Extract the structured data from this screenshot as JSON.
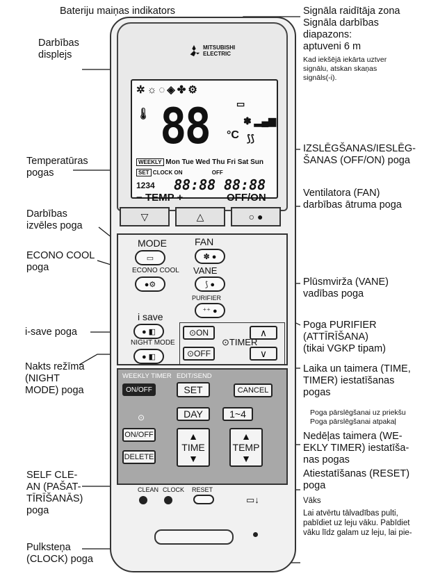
{
  "remote": {
    "brand_line1": "MITSUBISHI",
    "brand_line2": "ELECTRIC",
    "lcd": {
      "temp": "88",
      "unit": "°C",
      "weekly_tag": "WEEKLY",
      "days": "Mon Tue Wed Thu Fri Sat Sun",
      "set_tag": "SET",
      "clock_tag": "CLOCK",
      "on_tag": "ON",
      "off_tag": "OFF",
      "program_nums": "1234",
      "time1": "88:88",
      "time2": "88:88"
    },
    "top_buttons": {
      "temp": "TEMP",
      "onoff": "OFF/ON",
      "minus": "−",
      "plus": "+"
    },
    "buttons": {
      "mode": "MODE",
      "econo": "ECONO COOL",
      "fan": "FAN",
      "vane": "VANE",
      "purifier": "PURIFIER",
      "isave": "i save",
      "night": "NIGHT MODE",
      "on": "ON",
      "timer": "TIMER",
      "off": "OFF"
    },
    "weekly": {
      "weekly_timer": "WEEKLY TIMER",
      "onoff": "ON/OFF",
      "edit_send": "EDIT/SEND",
      "set": "SET",
      "cancel": "CANCEL",
      "day": "DAY",
      "range": "1~4",
      "onoff2": "ON/OFF",
      "delete": "DELETE",
      "time": "TIME",
      "temp": "TEMP"
    },
    "bottom": {
      "clean": "CLEAN",
      "clock": "CLOCK",
      "reset": "RESET"
    }
  },
  "labels": {
    "battery": "Bateriju maiņas indikators",
    "signal_zone": "Signāla raidītāja zona\nSignāla darbības\ndiapazons:\naptuveni 6 m",
    "signal_note": "Kad iekšējā iekārta uztver\nsignālu, atskan skaņas\nsignāls(-i).",
    "display": "Darbības\ndisplejs",
    "temp_buttons": "Temperatūras\npogas",
    "onoff": "IZSLĒGŠANAS/IESLĒG-\nŠANAS (OFF/ON) poga",
    "fan": "Ventilatora (FAN)\ndarbības ātruma poga",
    "mode": "Darbības\nizvēles poga",
    "econo": "ECONO COOL\npoga",
    "vane": "Plūsmvirža (VANE)\nvadības poga",
    "isave": "i-save poga",
    "purifier": "Poga PURIFIER\n(ATTĪRĪŠANA)\n(tikai VGKP tipam)",
    "night": "Nakts režīma\n(NIGHT\nMODE) poga",
    "timer": "Laika un taimera (TIME,\nTIMER) iestatīšanas\npogas",
    "timer_note": "Poga pārslēgšanai uz priekšu\nPoga pārslēgšanai atpakaļ",
    "weekly": "Nedēļas taimera (WE-\nEKLY TIMER) iestatīša-\nnas pogas",
    "selfclean": "SELF CLE-\nAN (PAŠAT-\nTĪRĪŠANĀS)\npoga",
    "reset": "Atiestatīšanas (RESET)\npoga",
    "cover": "Vāks",
    "cover_note": "Lai atvērtu tālvadības pulti,\npabīdiet uz leju vāku. Pabīdiet\nvāku līdz galam uz leju, lai pie-",
    "clock": "Pulksteņa\n(CLOCK) poga"
  }
}
